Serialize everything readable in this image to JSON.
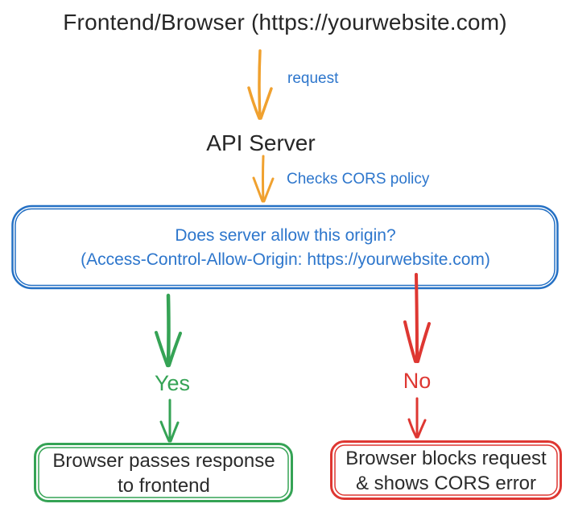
{
  "colors": {
    "orange": "#f0a12f",
    "blue": "#2d76cc",
    "blue_box": "#2470c4",
    "green": "#35a355",
    "red": "#de3732",
    "text_dark": "#262626"
  },
  "flow": {
    "title": "Frontend/Browser (https://yourwebsite.com)",
    "request_label": "request",
    "api_server": "API Server",
    "cors_check_label": "Checks CORS policy",
    "decision": {
      "line1": "Does server allow this origin?",
      "line2": "(Access-Control-Allow-Origin: https://yourwebsite.com)"
    },
    "yes": {
      "label": "Yes",
      "result_line1": "Browser passes response",
      "result_line2": "to frontend"
    },
    "no": {
      "label": "No",
      "result_line1": "Browser blocks request",
      "result_line2": "& shows CORS error"
    }
  }
}
